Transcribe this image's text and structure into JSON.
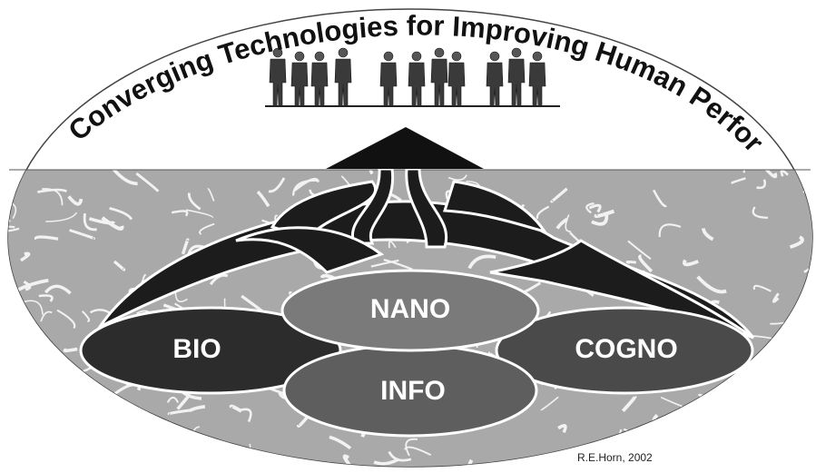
{
  "title": "Converging Technologies for Improving Human Performance",
  "nodes": {
    "bio": "BIO",
    "nano": "NANO",
    "info": "INFO",
    "cogno": "COGNO"
  },
  "credit": "R.E.Horn, 2002",
  "colors": {
    "background_texture": "#a9a9a9",
    "texture_lines": "#f2f2f2",
    "dark_streams": "#1c1c1c",
    "nano_ellipse": "#7a7a7a",
    "info_ellipse": "#5e5e5e",
    "bio_ellipse": "#2c2c2c",
    "cogno_ellipse": "#4a4a4a"
  }
}
